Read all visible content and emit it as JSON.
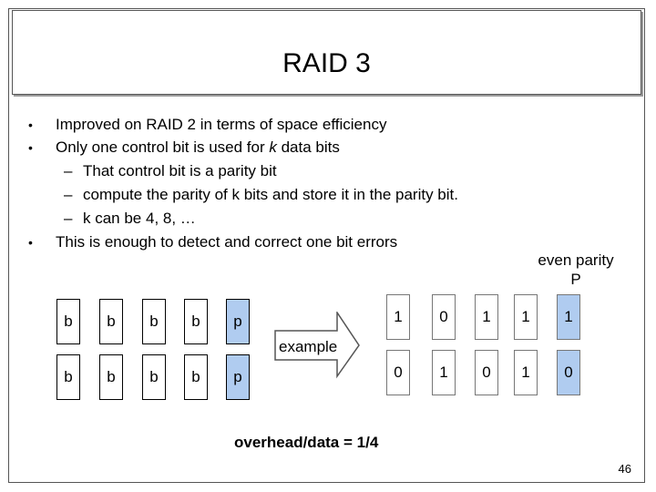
{
  "slide": {
    "title": "RAID 3",
    "bullets": [
      {
        "pre": "Improved on RAID 2 in terms of space efficiency",
        "em": "",
        "post": ""
      },
      {
        "pre": "Only one control bit is used for ",
        "em": "k",
        "post": " data bits"
      },
      {
        "pre": "This is enough to detect and correct one bit errors",
        "em": "",
        "post": ""
      }
    ],
    "sub_bullets": [
      "That control bit is a parity bit",
      "compute the parity of k bits and store it in the parity bit.",
      "k can be 4, 8, …"
    ],
    "bullet_char": "•",
    "dash_char": "–",
    "parity_label_line1": "even parity",
    "parity_label_line2": "P",
    "arrow_label": "example",
    "left_rows": [
      [
        "b",
        "b",
        "b",
        "b",
        "p"
      ],
      [
        "b",
        "b",
        "b",
        "b",
        "p"
      ]
    ],
    "example_rows": [
      [
        "1",
        "0",
        "1",
        "1",
        "1"
      ],
      [
        "0",
        "1",
        "0",
        "1",
        "0"
      ]
    ],
    "overhead": "overhead/data = 1/4",
    "page_number": "46",
    "colors": {
      "parity_fill": "#b0ccf0",
      "border": "#555555"
    }
  }
}
